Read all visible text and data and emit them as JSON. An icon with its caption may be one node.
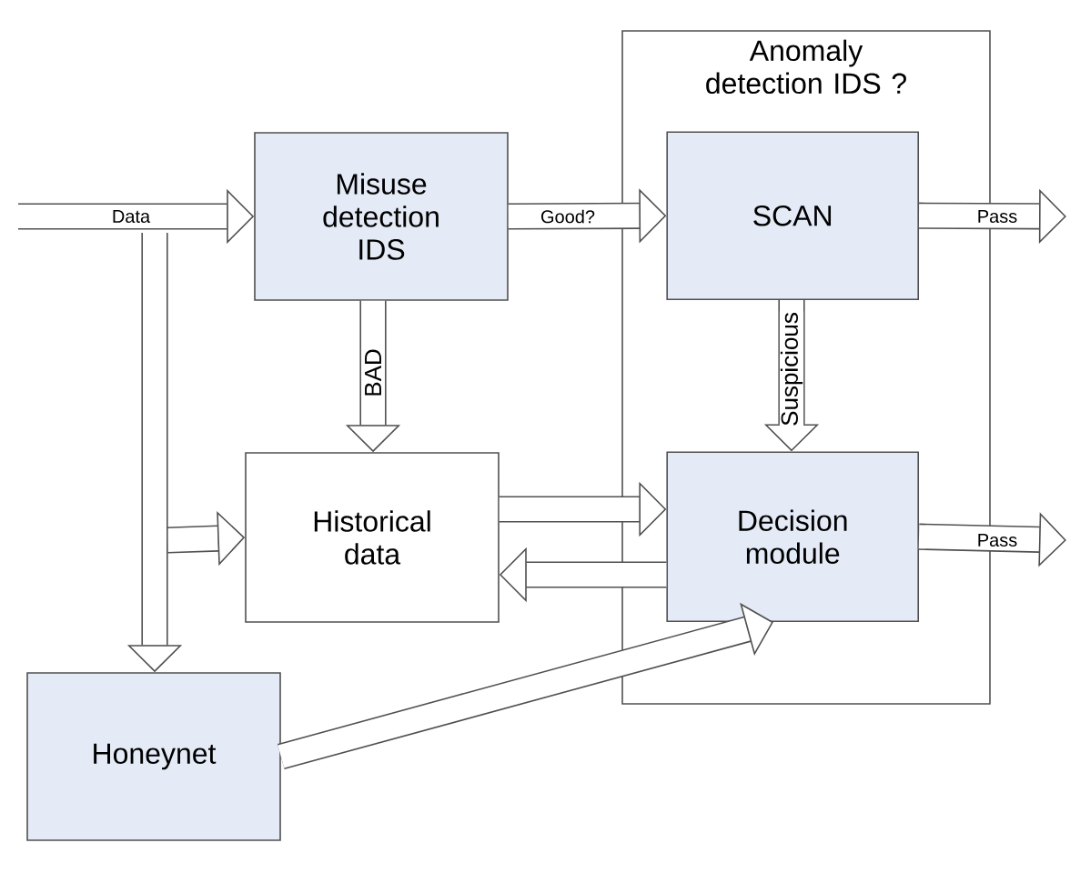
{
  "diagram": {
    "nodes": [
      {
        "text": [
          "Anomaly detection IDS ?"
        ]
      },
      {
        "text": [
          "Misuse detection IDS"
        ]
      },
      {
        "text": [
          "SCAN"
        ],
        "in": 0
      },
      {
        "text": [
          "Historical data"
        ]
      },
      {
        "text": [
          "Decision module"
        ],
        "in": 0
      },
      {
        "text": [
          "Honeynet"
        ]
      }
    ],
    "edges": [
      {
        "from": null,
        "to": 1,
        "arrow": "to",
        "label": "Data"
      },
      {
        "from": 1,
        "to": 2,
        "arrow": "to",
        "label": "Good?"
      },
      {
        "from": 2,
        "to": null,
        "arrow": "to",
        "label": "Pass"
      },
      {
        "from": 1,
        "to": 3,
        "arrow": "to",
        "label": "BAD"
      },
      {
        "from": 2,
        "to": 4,
        "arrow": "to",
        "label": "Suspicious"
      },
      {
        "from": null,
        "to": 3,
        "arrow": "to"
      },
      {
        "from": null,
        "to": 5,
        "arrow": "to"
      },
      {
        "from": 3,
        "to": 4,
        "arrow": "to"
      },
      {
        "from": 4,
        "to": 3,
        "arrow": "to"
      },
      {
        "from": 4,
        "to": null,
        "arrow": "to",
        "label": "Pass"
      },
      {
        "from": 5,
        "to": 4,
        "arrow": "to"
      }
    ]
  }
}
